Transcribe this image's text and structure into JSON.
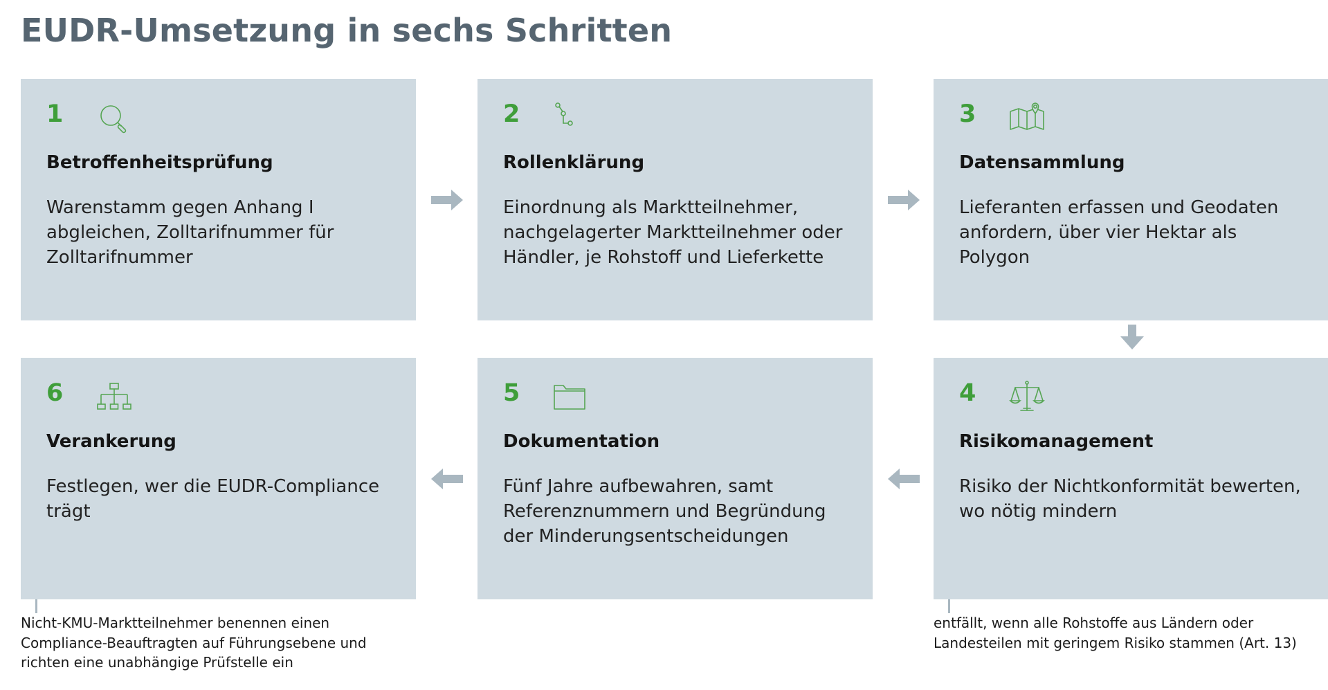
{
  "title": "EUDR-Umsetzung in sechs Schritten",
  "steps": [
    {
      "number": "1",
      "icon": "magnifier-icon",
      "heading": "Betroffenheitsprüfung",
      "text": "Warenstamm gegen Anhang I abgleichen, Zolltarifnummer für Zolltarifnummer"
    },
    {
      "number": "2",
      "icon": "path-icon",
      "heading": "Rollenklärung",
      "text": "Einordnung als Marktteilnehmer, nachgelagerter Marktteilnehmer oder Händler, je Rohstoff und Lieferkette"
    },
    {
      "number": "3",
      "icon": "map-pin-icon",
      "heading": "Datensammlung",
      "text": "Lieferanten erfassen und Geodaten anfordern, über vier Hektar als Polygon"
    },
    {
      "number": "4",
      "icon": "scales-icon",
      "heading": "Risikomanagement",
      "text": "Risiko der Nichtkonformität bewerten, wo nötig mindern"
    },
    {
      "number": "5",
      "icon": "folder-icon",
      "heading": "Dokumentation",
      "text": "Fünf Jahre aufbewahren, samt Referenznummern und Begründung der Minderungsentscheidungen"
    },
    {
      "number": "6",
      "icon": "org-chart-icon",
      "heading": "Verankerung",
      "text": "Festlegen, wer die EUDR-Compliance trägt"
    }
  ],
  "notes": {
    "step6": "Nicht-KMU-Marktteilnehmer benennen einen Compliance-Beauftragten auf Führungsebene und richten eine unabhängige Prüfstelle ein",
    "step4": "entfällt, wenn alle Rohstoffe aus Ländern oder Landesteilen mit geringem Risiko stammen (Art. 13)"
  },
  "colors": {
    "card_background": "#cfdae1",
    "step_number": "#3f9e3a",
    "icon_stroke": "#55a552",
    "arrow": "#a9b7c0",
    "title": "#566571"
  }
}
